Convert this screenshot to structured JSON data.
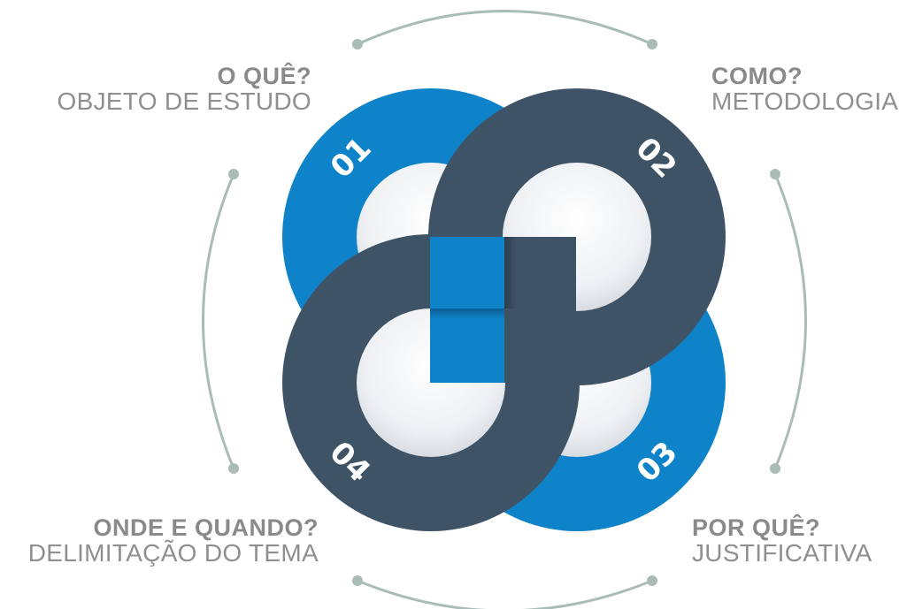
{
  "colors": {
    "blue": "#0f83c9",
    "slate": "#3f5366",
    "connector": "#aabcb7",
    "label_bold": "#8a8a8a",
    "label_light": "#8f8f8f",
    "hole_light": "#f4f5f7",
    "hole_shadow": "#d4d8de"
  },
  "quadrants": {
    "q1": {
      "number": "01",
      "question": "O QUÊ?",
      "subject": "OBJETO DE ESTUDO",
      "color": "blue"
    },
    "q2": {
      "number": "02",
      "question": "COMO?",
      "subject": "METODOLOGIA",
      "color": "slate"
    },
    "q3": {
      "number": "03",
      "question": "POR QUÊ?",
      "subject": "JUSTIFICATIVA",
      "color": "blue"
    },
    "q4": {
      "number": "04",
      "question": "ONDE E QUANDO?",
      "subject": "DELIMITAÇÃO DO TEMA",
      "color": "slate"
    }
  }
}
